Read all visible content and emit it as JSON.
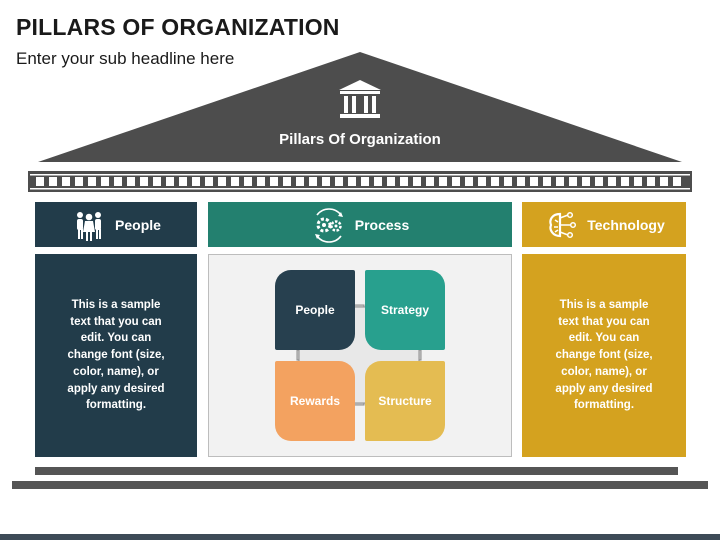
{
  "header": {
    "title": "PILLARS OF ORGANIZATION",
    "subtitle": "Enter your sub headline here"
  },
  "roof": {
    "label": "Pillars Of Organization",
    "icon": "bank-building-icon"
  },
  "columns": [
    {
      "heading": "People",
      "icon": "people-group-icon",
      "body": "This is a sample text that you can edit. You can change font (size, color, name), or apply any desired formatting.",
      "color": "#223c4a"
    },
    {
      "heading": "Process",
      "icon": "gears-cycle-icon",
      "color": "#23806f"
    },
    {
      "heading": "Technology",
      "icon": "tech-brain-icon",
      "body": "This is a sample text that you can edit. You can change font (size, color, name), or apply any desired formatting.",
      "color": "#d4a21f"
    }
  ],
  "process_quadrants": [
    {
      "label": "People",
      "color": "#27404f"
    },
    {
      "label": "Strategy",
      "color": "#28a08e"
    },
    {
      "label": "Rewards",
      "color": "#f3a260"
    },
    {
      "label": "Structure",
      "color": "#e4bc52"
    }
  ],
  "colors": {
    "roof": "#4d4d4d",
    "base": "#555555",
    "bottom_bar": "#3d4b57"
  }
}
